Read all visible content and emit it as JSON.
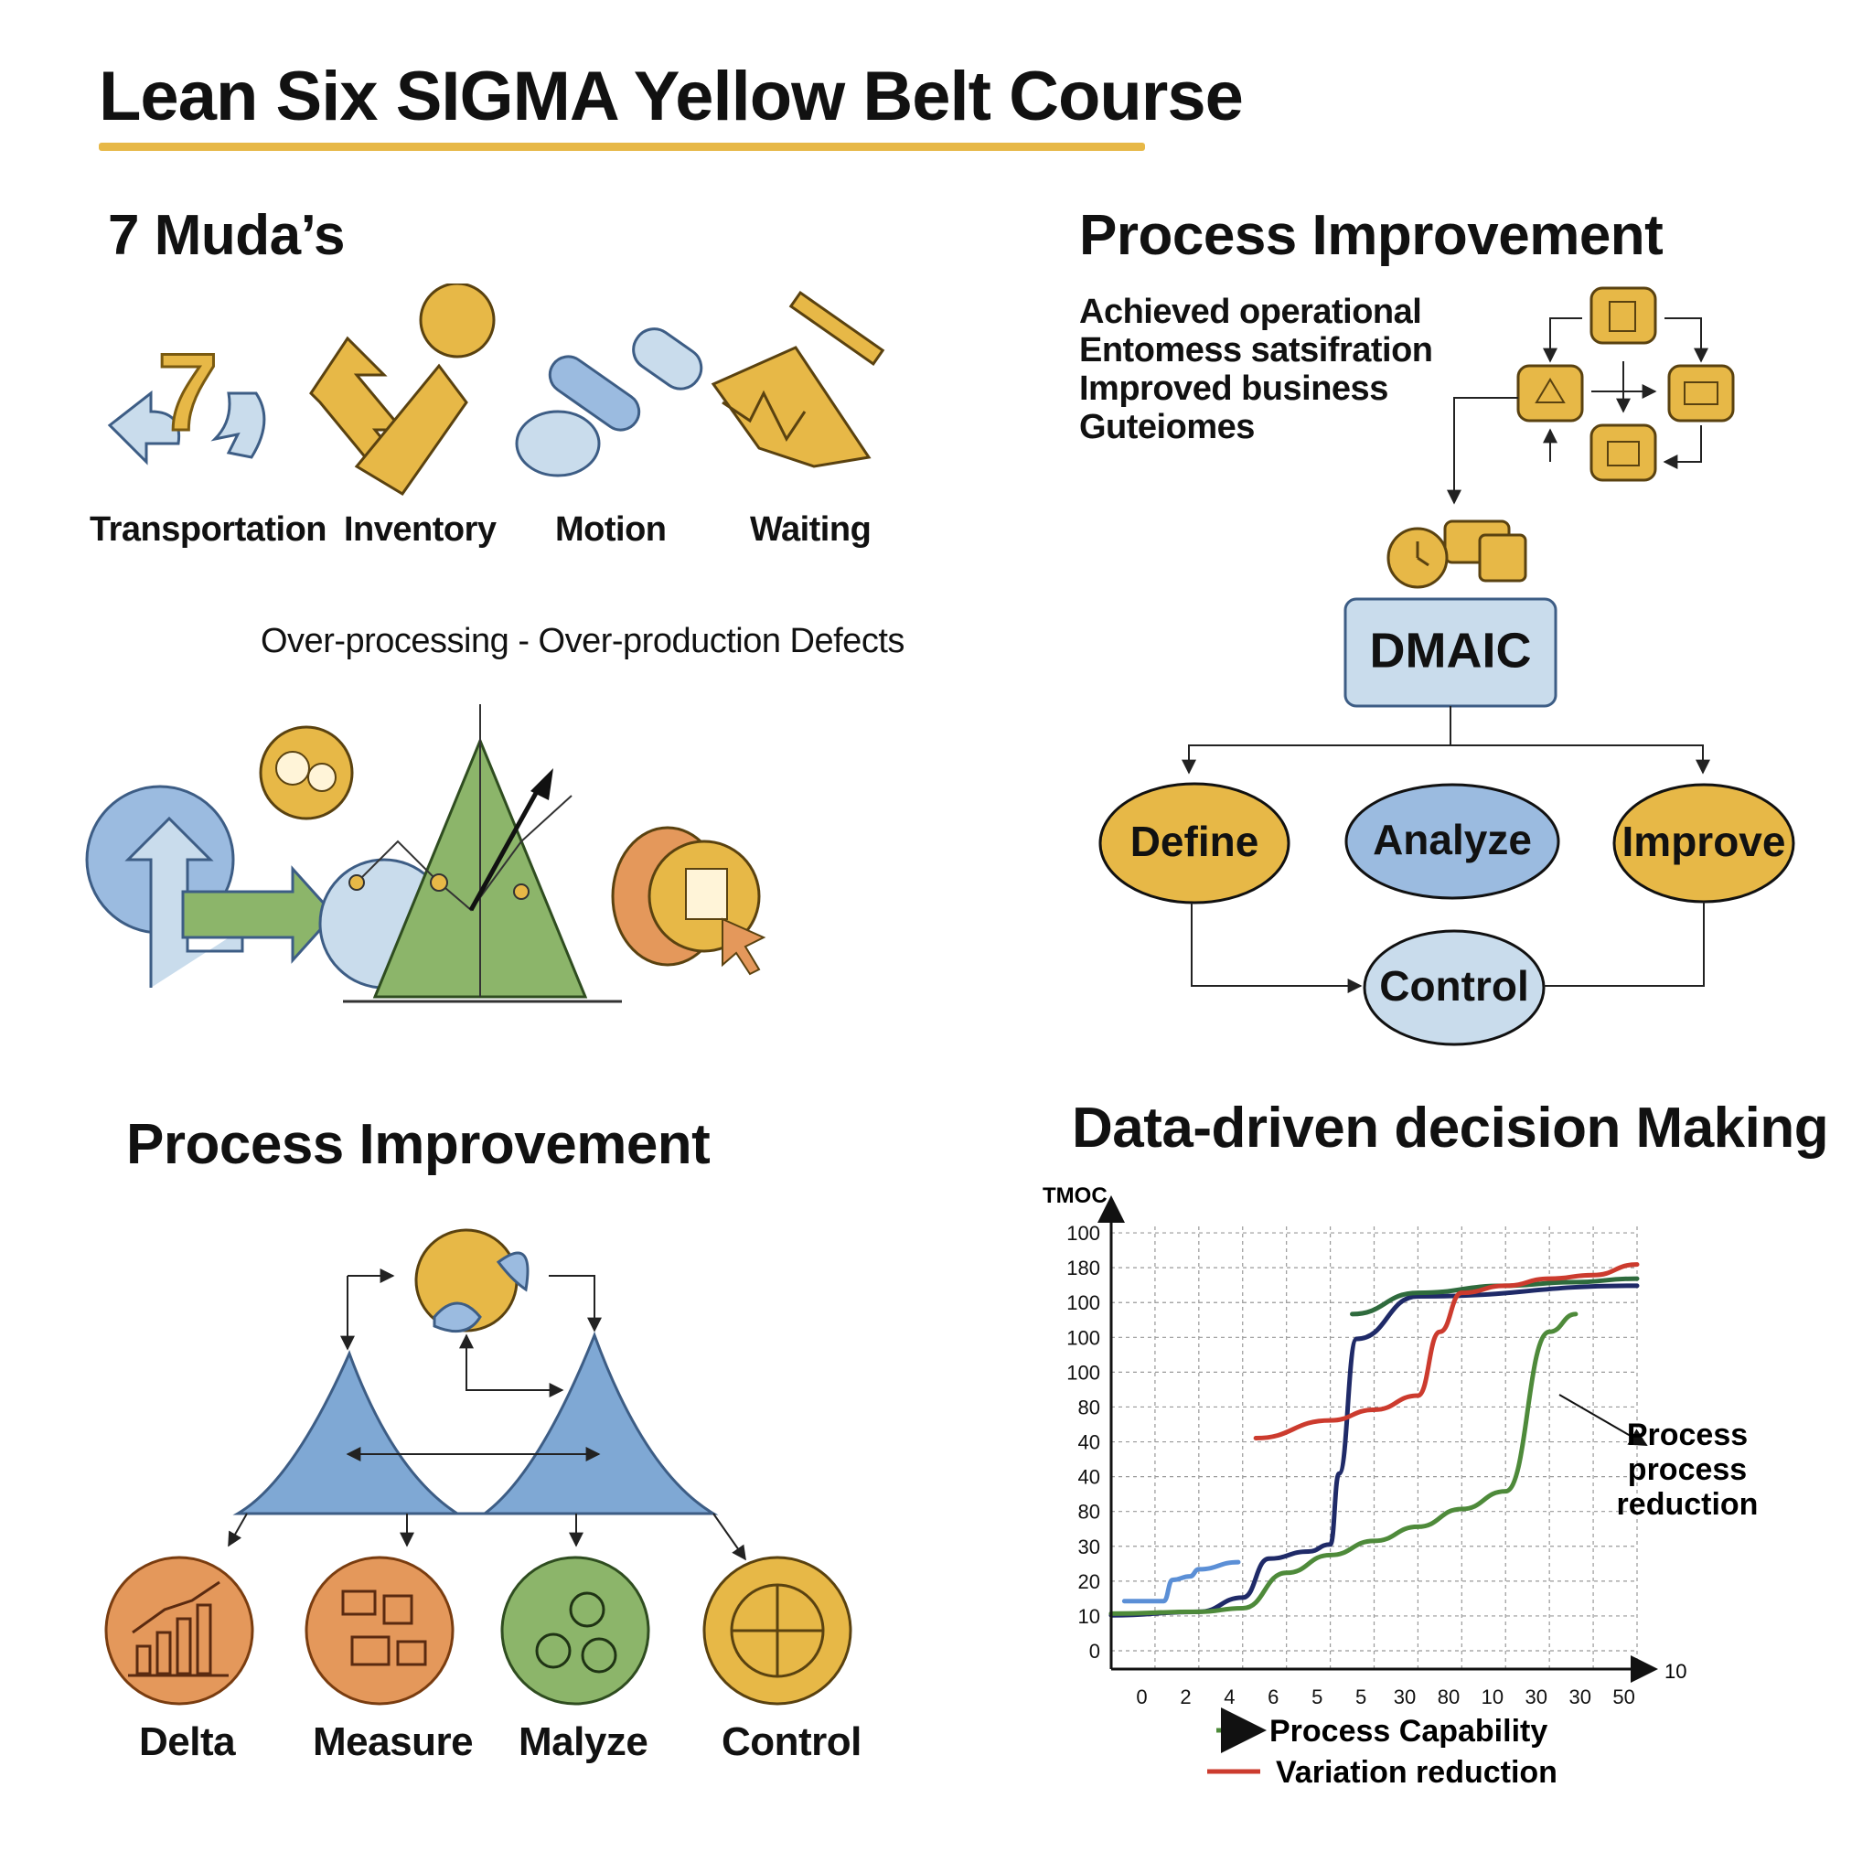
{
  "title": "Lean Six SIGMA Yellow Belt Course",
  "muda": {
    "heading": "7 Muda’s",
    "items": [
      "Transportation",
      "Inventory",
      "Motion",
      "Waiting"
    ],
    "seven_glyph": "7",
    "other_wastes": "Over-processing - Over-production Defects"
  },
  "process_improvement_top": {
    "heading": "Process Improvement",
    "bullets": [
      "Achieved operational",
      "Entomess satsifration",
      "Improved business",
      "Guteiomes"
    ],
    "dmaic": "DMAIC",
    "phases": {
      "define": "Define",
      "analyze": "Analyze",
      "improve": "Improve",
      "control": "Control"
    }
  },
  "process_improvement_bottom": {
    "heading": "Process Improvement",
    "circles": [
      "Delta",
      "Measure",
      "Malyze",
      "Control"
    ]
  },
  "data_chart": {
    "heading": "Data-driven decision Making",
    "annotation": [
      "Process",
      "process",
      "reduction"
    ]
  },
  "chart_data": {
    "type": "line",
    "title": "Data-driven decision Making",
    "ylabel": "TMOC",
    "x_ticks": [
      "0",
      "2",
      "4",
      "6",
      "5",
      "5",
      "30",
      "80",
      "10",
      "30",
      "30",
      "50"
    ],
    "x_end_label": "10",
    "y_ticks": [
      "0",
      "10",
      "20",
      "30",
      "80",
      "40",
      "40",
      "80",
      "100",
      "100",
      "100",
      "180",
      "100"
    ],
    "series": [
      {
        "name": "Process Capability",
        "color": "#4e8a3a",
        "points": [
          [
            0,
            10.5
          ],
          [
            2,
            11
          ],
          [
            3,
            12
          ],
          [
            4,
            22
          ],
          [
            5,
            27
          ],
          [
            6,
            31
          ],
          [
            7,
            35
          ],
          [
            8,
            40
          ],
          [
            9,
            45
          ],
          [
            10,
            90
          ],
          [
            10.6,
            95
          ]
        ]
      },
      {
        "name": "Variation reduction",
        "color": "#cc3b2e",
        "points": [
          [
            3.3,
            60
          ],
          [
            5,
            65
          ],
          [
            6,
            68
          ],
          [
            7,
            72
          ],
          [
            7.5,
            90
          ],
          [
            8,
            101
          ],
          [
            9,
            103
          ],
          [
            10,
            105
          ],
          [
            11,
            106
          ],
          [
            12,
            109
          ]
        ]
      }
    ],
    "extra_series": [
      {
        "color": "#1f2a68",
        "points": [
          [
            0,
            10
          ],
          [
            2,
            11
          ],
          [
            3,
            15
          ],
          [
            3.6,
            26
          ],
          [
            4.5,
            28
          ],
          [
            5,
            30
          ],
          [
            5.2,
            50
          ],
          [
            5.6,
            88
          ],
          [
            7,
            100
          ],
          [
            12,
            103
          ]
        ]
      },
      {
        "color": "#2f6b3d",
        "points": [
          [
            5.5,
            95
          ],
          [
            7,
            101
          ],
          [
            9,
            103
          ],
          [
            10.5,
            104
          ],
          [
            12,
            105
          ]
        ]
      },
      {
        "color": "#5b8fd6",
        "points": [
          [
            0.3,
            14
          ],
          [
            1.2,
            14
          ],
          [
            1.4,
            20
          ],
          [
            1.8,
            21
          ],
          [
            2,
            23
          ],
          [
            2.9,
            25
          ]
        ]
      }
    ],
    "legend": [
      "Process Capability",
      "Variation reduction"
    ],
    "grid": true,
    "legend_position": "bottom"
  },
  "colors": {
    "accent": "#e7b847",
    "blue": "#9bbbe0",
    "light_blue": "#c9dcec",
    "green": "#8cb56a",
    "orange": "#e4985b",
    "red": "#cc3b2e"
  }
}
